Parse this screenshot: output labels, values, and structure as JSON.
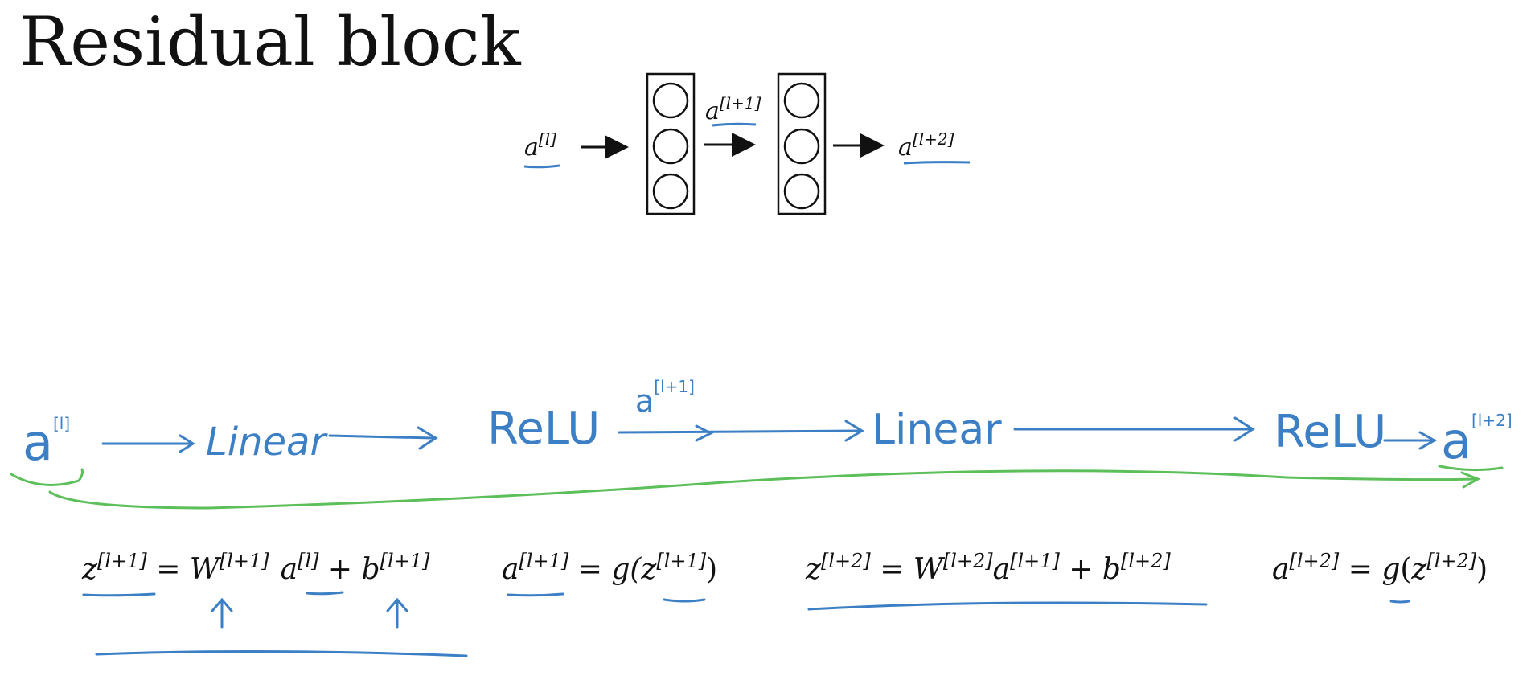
{
  "title": "Residual block",
  "network": {
    "input": {
      "base": "a",
      "sup": "[l]"
    },
    "middle": {
      "base": "a",
      "sup": "[l+1]"
    },
    "output": {
      "base": "a",
      "sup": "[l+2]"
    }
  },
  "handwritten": {
    "a_l": {
      "base": "a",
      "sup": "[l]"
    },
    "linear1": "Linear",
    "relu1": "ReLU",
    "a_l1": {
      "base": "a",
      "sup": "[l+1]"
    },
    "linear2": "Linear",
    "relu2": "ReLU",
    "a_l2": {
      "base": "a",
      "sup": "[l+2]"
    }
  },
  "equations": {
    "eq1": {
      "z": "z",
      "z_sup": "[l+1]",
      "eq": " = ",
      "W": "W",
      "W_sup": "[l+1]",
      "a": "a",
      "a_sup": "[l]",
      "plus": " + ",
      "b": "b",
      "b_sup": "[l+1]"
    },
    "eq2": {
      "a": "a",
      "a_sup": "[l+1]",
      "eq": " = ",
      "g": "g(",
      "z": "z",
      "z_sup": "[l+1]",
      "close": ")"
    },
    "eq3": {
      "z": "z",
      "z_sup": "[l+2]",
      "eq": " = ",
      "W": "W",
      "W_sup": "[l+2]",
      "a": "a",
      "a_sup": "[l+1]",
      "plus": " + ",
      "b": "b",
      "b_sup": "[l+2]"
    },
    "eq4": {
      "a": "a",
      "a_sup": "[l+2]",
      "eq": " = ",
      "g": "g",
      "open": "(",
      "z": "z",
      "z_sup": "[l+2]",
      "close": ")"
    }
  },
  "colors": {
    "ink": "#111111",
    "annotation_blue": "#3c7fc4",
    "annotation_green": "#5cbf5a"
  }
}
